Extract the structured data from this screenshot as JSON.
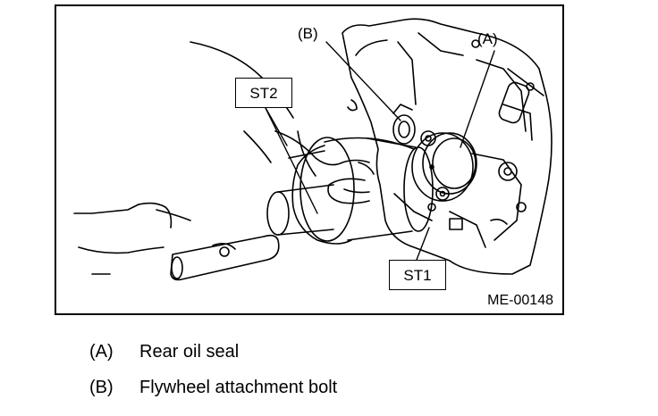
{
  "figure": {
    "tool_labels": {
      "st2": "ST2",
      "st1": "ST1"
    },
    "callouts": {
      "b": "(B)",
      "a": "(A)"
    },
    "figure_id": "ME-00148"
  },
  "legend": [
    {
      "key": "(A)",
      "text": "Rear oil seal"
    },
    {
      "key": "(B)",
      "text": "Flywheel attachment bolt"
    }
  ]
}
